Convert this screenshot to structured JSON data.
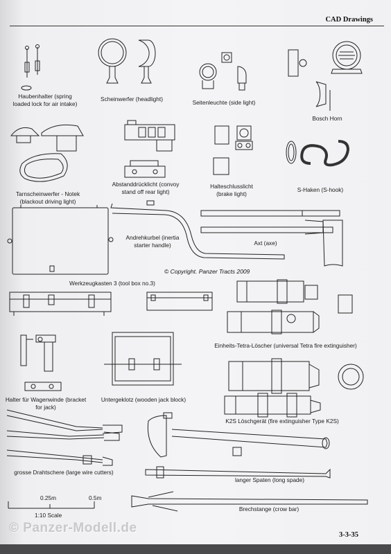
{
  "header": {
    "title": "CAD Drawings"
  },
  "labels": {
    "haubenhalter": "Haubenhalter (spring\nloaded lock for air intake)",
    "scheinwerfer": "Scheinwerfer (headlight)",
    "seitenleuchte": "Seitenleuchte (side light)",
    "bosch_horn": "Bosch Horn",
    "tarnscheinwerfer": "Tarnscheinwerfer - Notek\n(blackout driving light)",
    "abstanddruecklicht": "Abstanddrücklicht (convoy\nstand off rear light)",
    "halteschlusslicht": "Halteschlusslicht\n(brake light)",
    "s_haken": "S-Haken (S-hook)",
    "andrehkurbel": "Andrehkurbel (inertia\nstarter handle)",
    "axt": "Axt (axe)",
    "copyright": "© Copyright. Panzer Tracts 2009",
    "werkzeugkasten": "Werkzeugkasten 3 (tool box no.3)",
    "einheits_tetra": "Einheits-Tetra-Löscher (universal Tetra fire extinguisher)",
    "halter_wagenwinde": "Halter für Wagenwinde (bracket\nfor jack)",
    "untergeklotz": "Untergeklotz (wooden jack block)",
    "k2s": "K2S Löschgerät (fire extinguisher Type K2S)",
    "drahtschere": "grosse Drahtschere (large wire cutters)",
    "langer_spaten": "langer Spaten (long spade)",
    "brechstange": "Brechstange (crow bar)"
  },
  "scale": {
    "mark_1": "0.25m",
    "mark_2": "0.5m",
    "caption": "1:10 Scale"
  },
  "footer": {
    "page_number": "3-3-35",
    "watermark": "© Panzer-Modell.de"
  }
}
